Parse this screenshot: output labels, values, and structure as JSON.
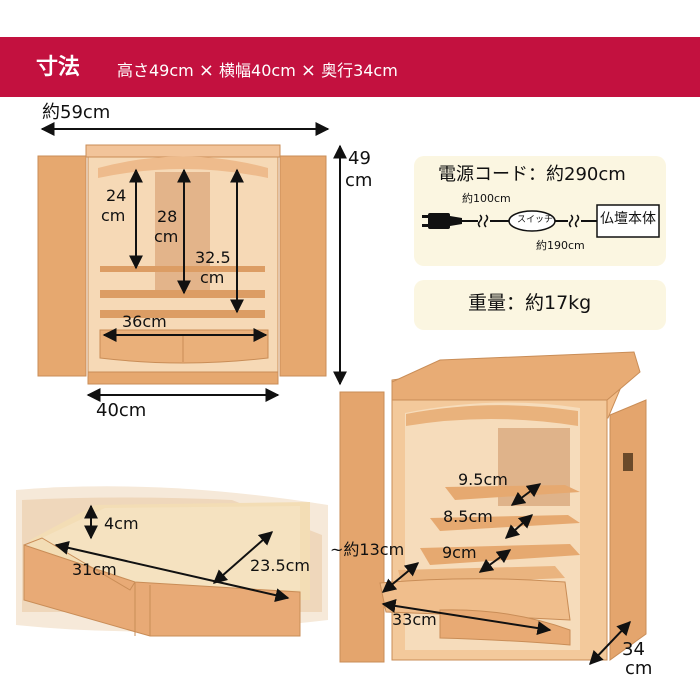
{
  "header": {
    "title": "寸法",
    "height": "高さ49cm",
    "sep1": "×",
    "width": "横幅40cm",
    "sep2": "×",
    "depth": "奥行34cm"
  },
  "front_view": {
    "open_width": "約59cm",
    "height": "49",
    "height_unit": "cm",
    "interior_24": "24",
    "interior_24_unit": "cm",
    "interior_28": "28",
    "interior_28_unit": "cm",
    "interior_325": "32.5",
    "interior_325_unit": "cm",
    "drawer_width": "36cm",
    "base_width": "40cm"
  },
  "cord_box": {
    "title": "電源コード：約290cm",
    "len_100": "約100cm",
    "switch": "スイッチ",
    "len_190": "約190cm",
    "body": "仏壇本体"
  },
  "weight_box": {
    "text": "重量：約17kg"
  },
  "drawer_detail": {
    "height": "4cm",
    "width": "31cm",
    "depth": "23.5cm"
  },
  "shelf_view": {
    "shelf1": "9.5cm",
    "shelf2": "8.5cm",
    "shelf3": "9cm",
    "pullout": "~約13cm",
    "pullout_width": "33cm",
    "depth": "34",
    "depth_unit": "cm"
  },
  "colors": {
    "header_bg": "#c3113f",
    "wood": "#e7ad78",
    "wood_dark": "#c98d57",
    "panel_bg": "#fbf6e1"
  }
}
